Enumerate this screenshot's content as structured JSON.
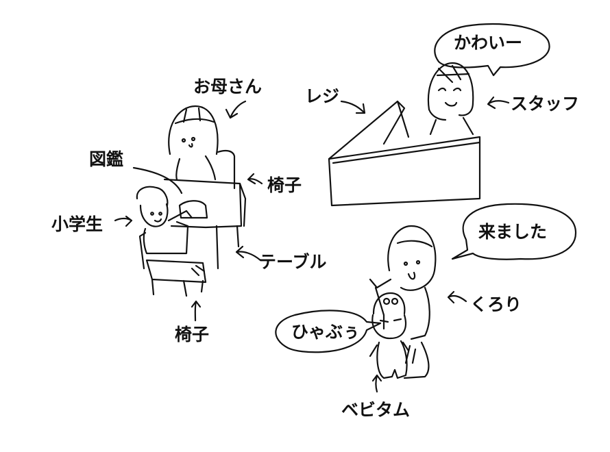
{
  "labels": {
    "mother": "お母さん",
    "register": "レジ",
    "staff": "スタッフ",
    "staff_speech": "かわいー",
    "picture_book": "図鑑",
    "chair_right": "椅子",
    "schoolkid": "小学生",
    "table": "テーブル",
    "chair_bottom": "椅子",
    "kurori_speech": "来ました",
    "kurori": "くろり",
    "bebitamu_speech": "ひゃぶぅ",
    "bebitamu": "ベビタム"
  },
  "colors": {
    "ink": "#111111",
    "background": "#ffffff"
  }
}
